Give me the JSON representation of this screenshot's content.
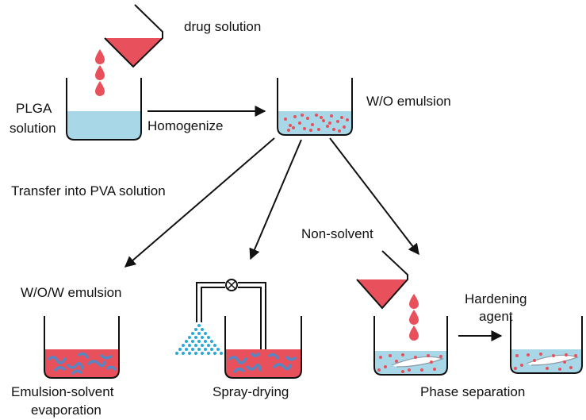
{
  "labels": {
    "drug_solution": "drug solution",
    "plga_line1": "PLGA",
    "plga_line2": "solution",
    "homogenize": "Homogenize",
    "wo_emulsion": "W/O emulsion",
    "transfer": "Transfer into PVA solution",
    "wow_emulsion": "W/O/W emulsion",
    "evap_line1": "Emulsion-solvent",
    "evap_line2": "evaporation",
    "spray_drying": "Spray-drying",
    "non_solvent": "Non-solvent",
    "hardening_line1": "Hardening",
    "hardening_line2": "agent",
    "phase_separation": "Phase separation"
  },
  "colors": {
    "solution_blue": "#a8d8e8",
    "drug_red": "#e8505b",
    "oil_blue": "#5a86c2",
    "spray_dots": "#2aa8d8",
    "outline": "#111111"
  }
}
